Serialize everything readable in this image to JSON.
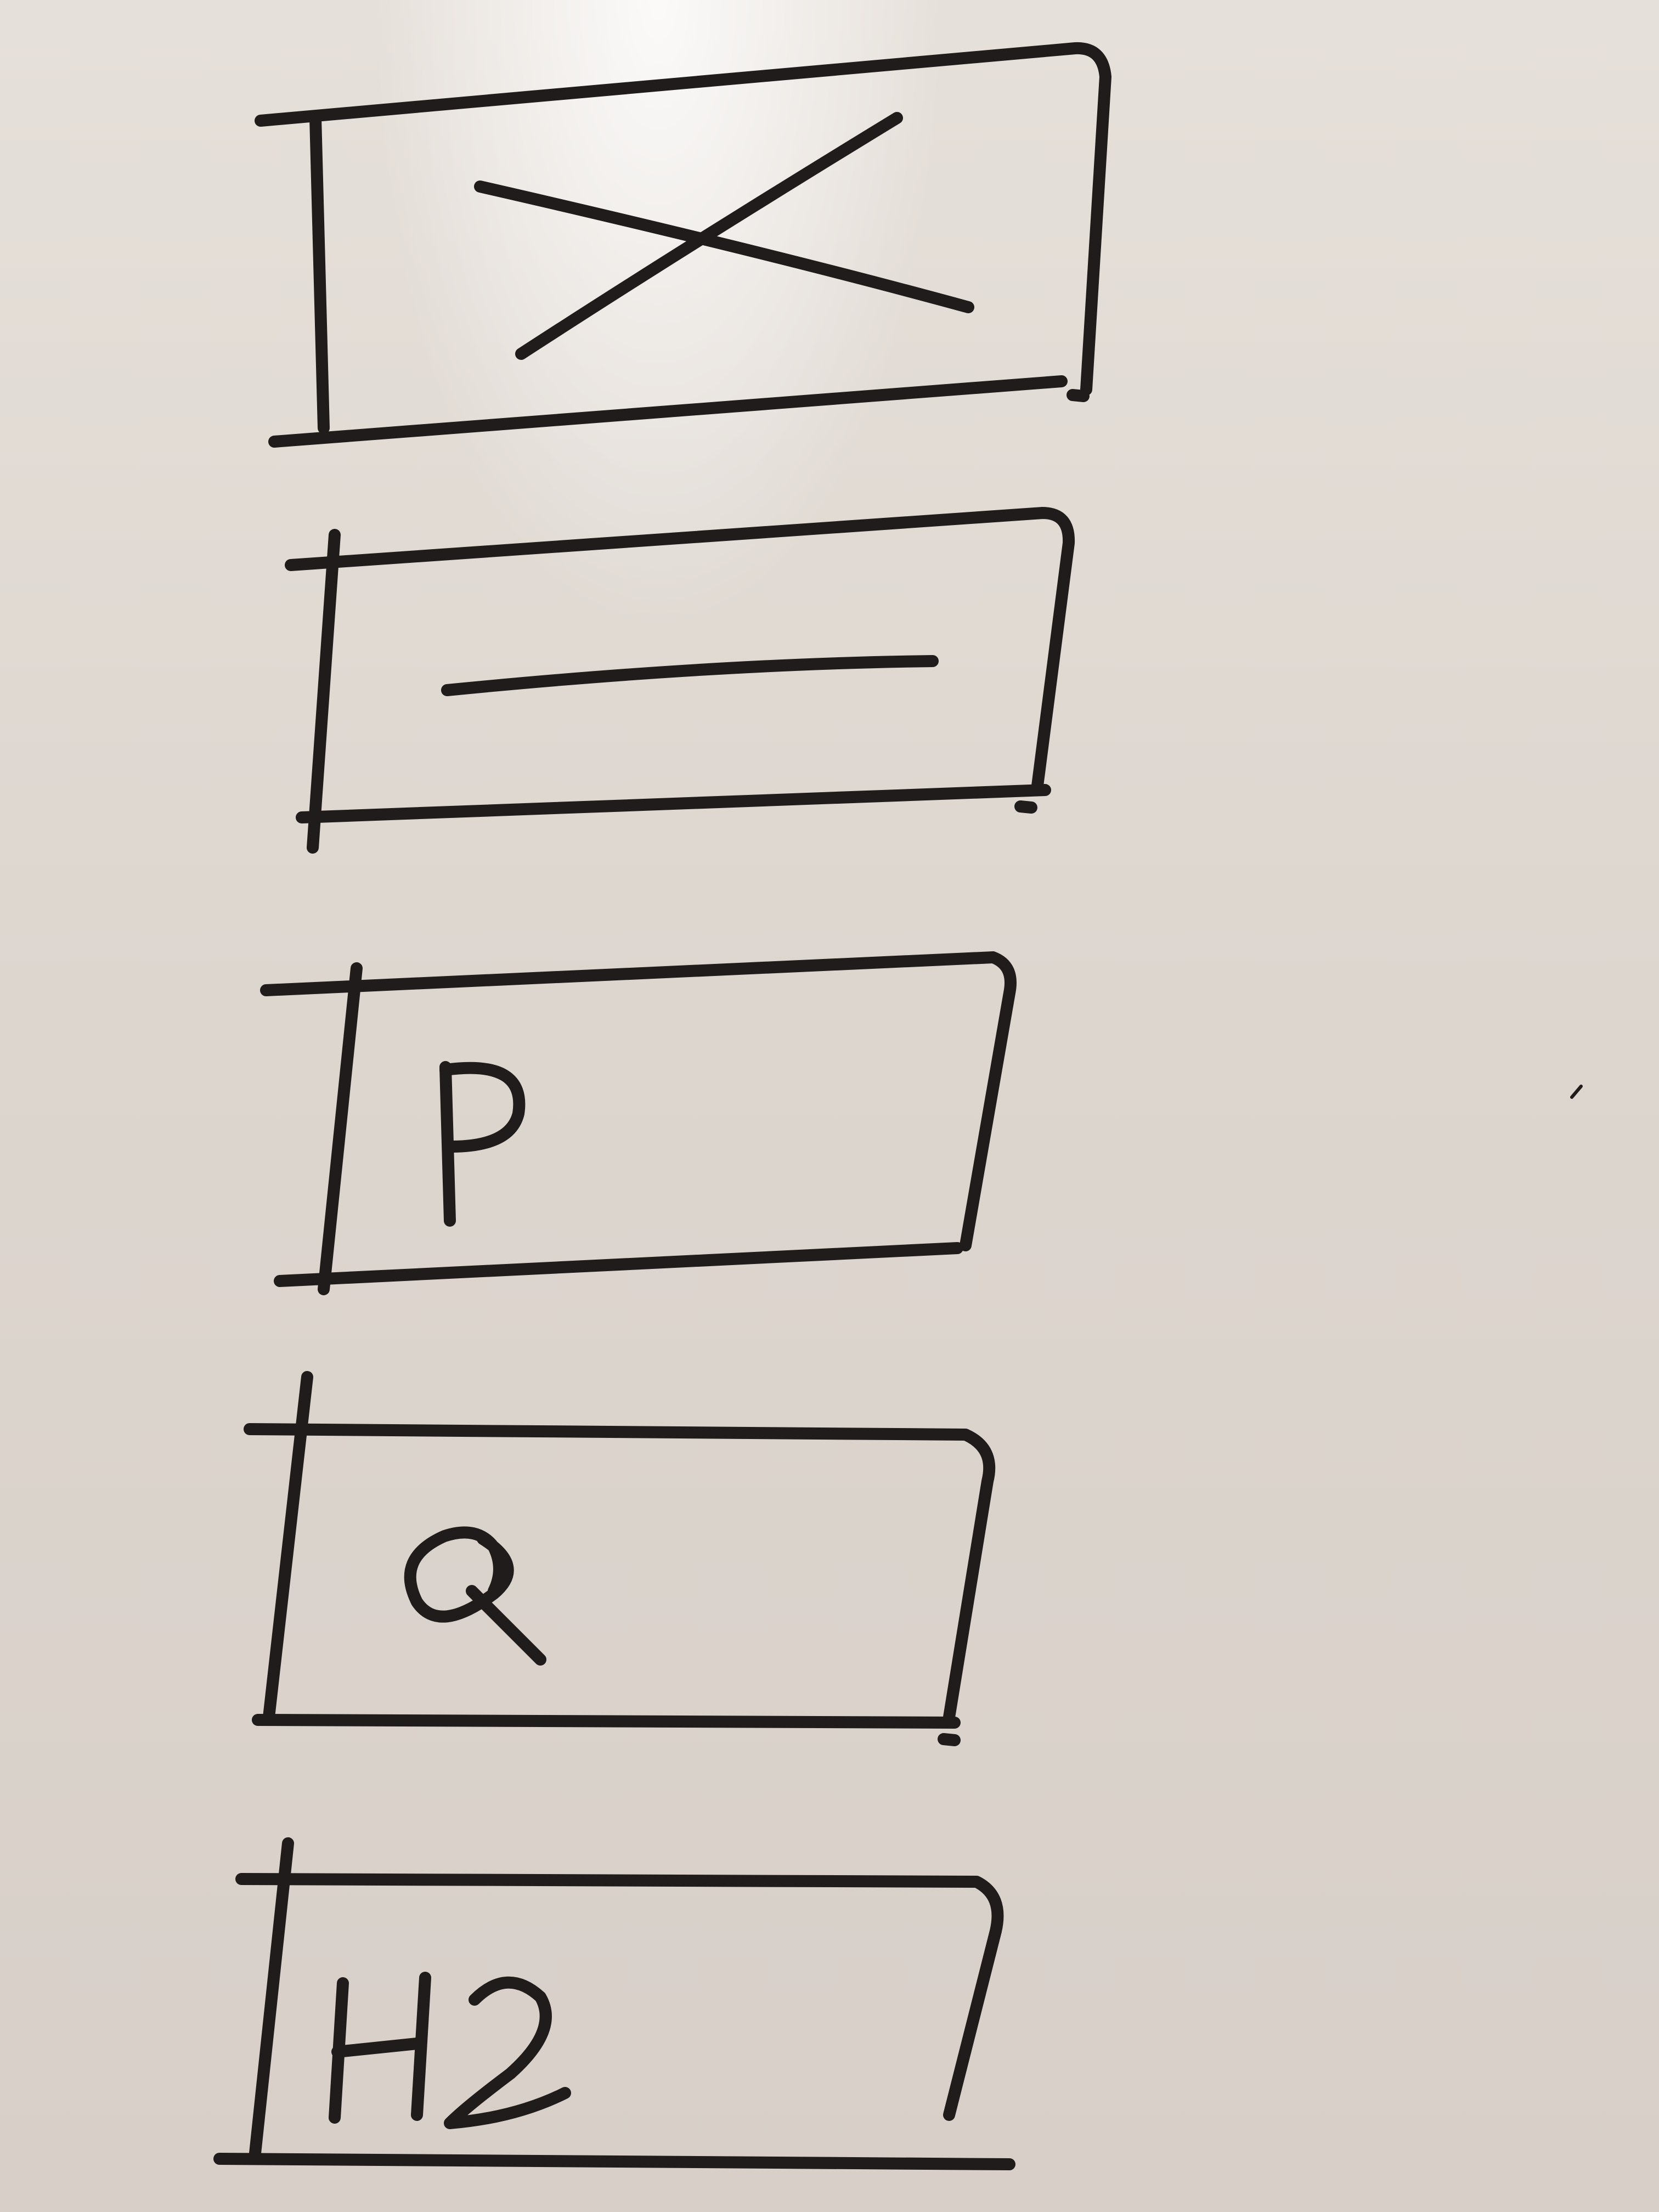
{
  "whiteboard": {
    "sketch_blocks": [
      {
        "content": "close-x-icon",
        "kind": "icon"
      },
      {
        "content": "minus-icon",
        "kind": "icon"
      },
      {
        "content": "P",
        "kind": "text"
      },
      {
        "content": "Q",
        "kind": "text"
      },
      {
        "content": "H2",
        "kind": "text"
      }
    ]
  }
}
